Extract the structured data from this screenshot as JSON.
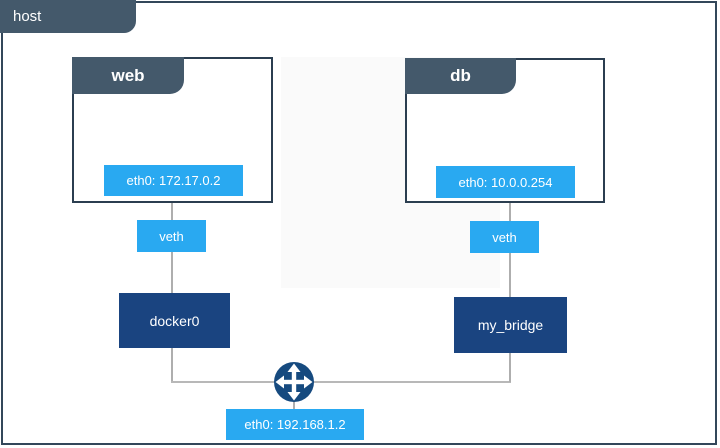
{
  "host": {
    "label": "host",
    "eth": "eth0: 192.168.1.2"
  },
  "web": {
    "label": "web",
    "eth": "eth0: 172.17.0.2",
    "veth": "veth",
    "bridge": "docker0"
  },
  "db": {
    "label": "db",
    "eth": "eth0: 10.0.0.254",
    "veth": "veth",
    "bridge": "my_bridge"
  },
  "icons": {
    "router": "four-way-arrows-router"
  },
  "colors": {
    "tab_slate": "#44596b",
    "container_border": "#2b3e50",
    "host_border": "#33475a",
    "accent_blue": "#29a9f1",
    "bridge_navy": "#1a4480",
    "router_navy": "#164a7f",
    "connector_gray": "#aeaeae"
  }
}
